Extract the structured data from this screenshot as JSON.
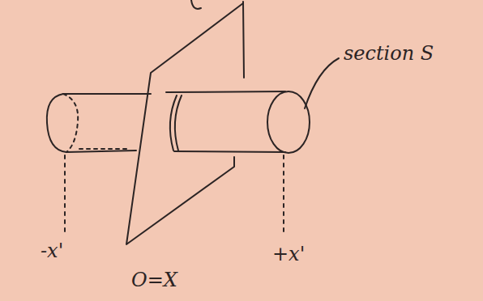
{
  "diagram": {
    "labels": [
      "section S",
      "-x'",
      "O=X",
      "+x'"
    ]
  }
}
